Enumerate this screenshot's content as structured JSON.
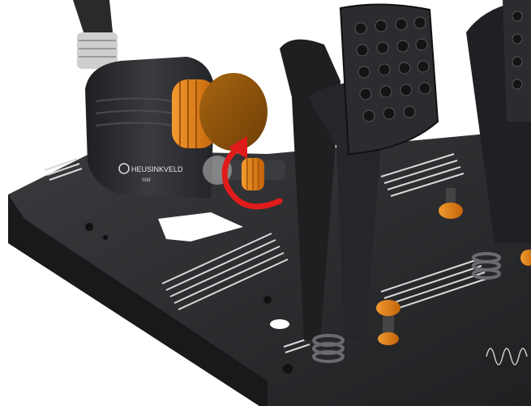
{
  "scene": {
    "colors": {
      "background": "#ffffff",
      "base_plate": "#2f3033",
      "base_plate_dark": "#1c1d1f",
      "housing": "#2a2b2e",
      "pedal_frame": "#1e1f21",
      "pedal_face": "#2b2c2f",
      "adjuster_orange": "#e07b12",
      "highlight_knob": "#8a4f0c",
      "arrow_red": "#e01b1b",
      "stripe": "#d9d9d9",
      "hose_fitting": "#cfcfcf"
    },
    "markings": {
      "housing_brand": "HEUSINKVELD",
      "housing_sub": "SIM"
    },
    "icons": {
      "rotation_arrow": "rotate-clockwise-arrow"
    }
  }
}
